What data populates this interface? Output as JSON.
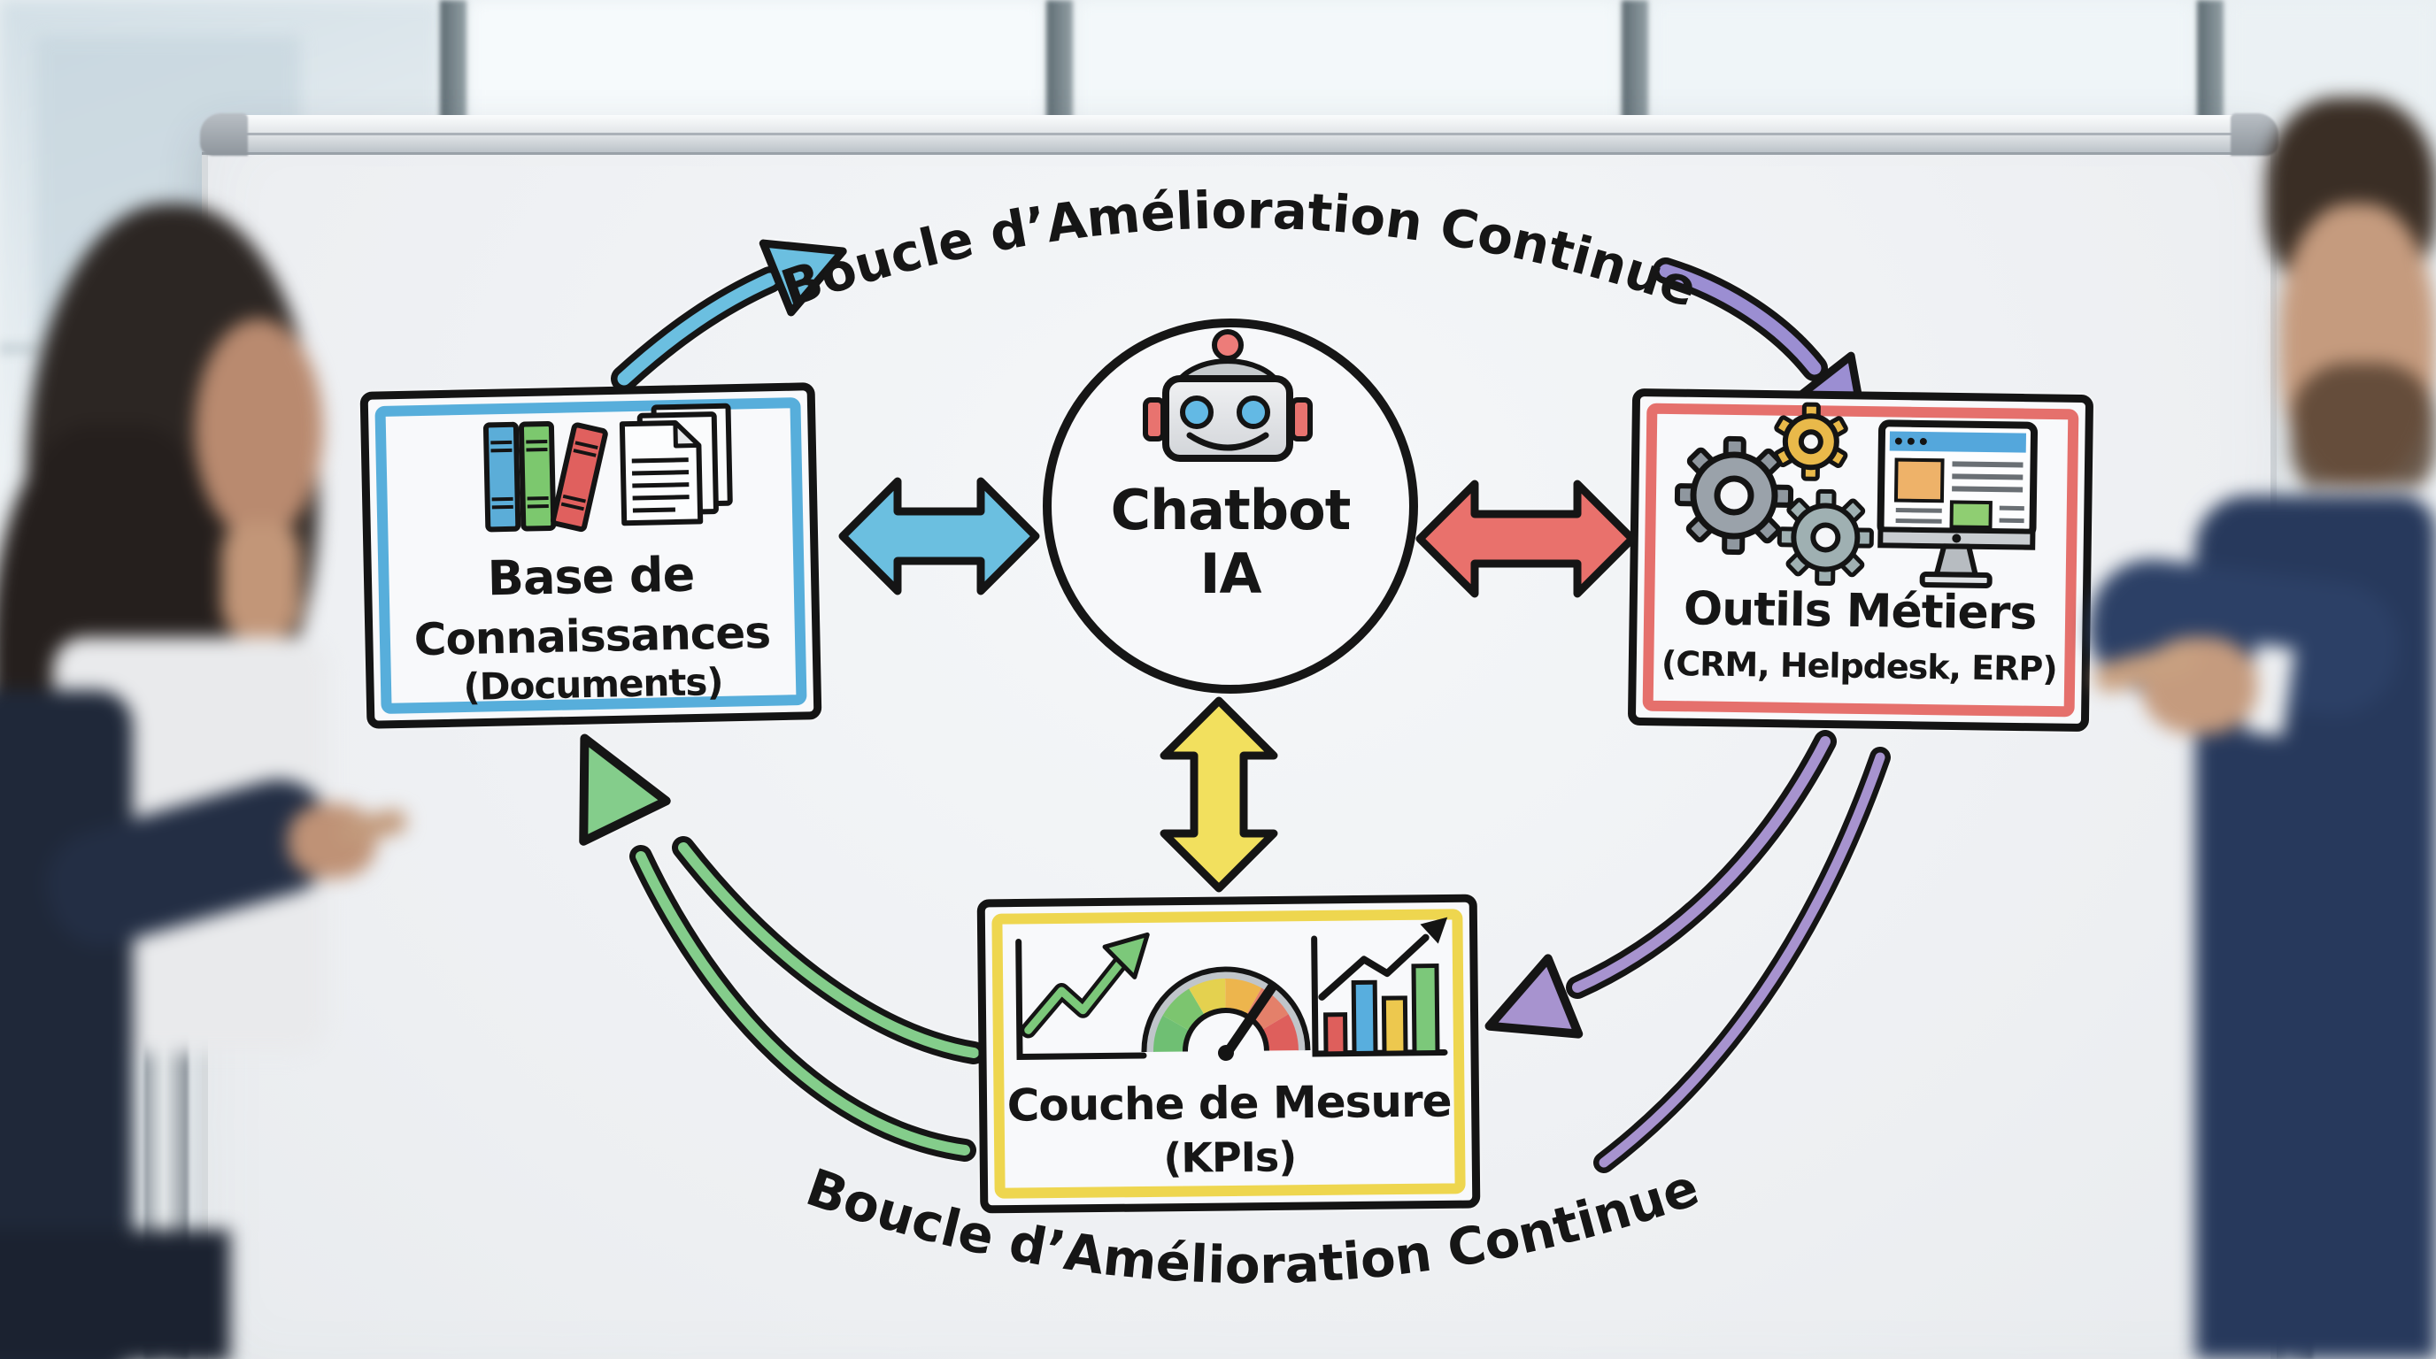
{
  "whiteboard": {
    "loop_label_top": "Boucle d’Amélioration Continue",
    "loop_label_bottom": "Boucle d’Amélioration Continue",
    "center_node": {
      "icon": "robot-icon",
      "label_line1": "Chatbot",
      "label_line2": "IA"
    },
    "knowledge_box": {
      "line1": "Base de",
      "line2": "Connaissances",
      "subtitle": "(Documents)",
      "icons": [
        "books-icon",
        "documents-icon"
      ],
      "border_color": "#57aedb"
    },
    "tools_box": {
      "title": "Outils Métiers",
      "subtitle": "(CRM, Helpdesk, ERP)",
      "icons": [
        "gears-icon",
        "monitor-icon"
      ],
      "border_color": "#e5706c"
    },
    "measure_box": {
      "title": "Couche de Mesure",
      "subtitle": "(KPIs)",
      "icons": [
        "growth-chart-icon",
        "gauge-icon",
        "bar-chart-icon"
      ],
      "border_color": "#eed64f"
    },
    "arrows": {
      "left_center_color": "#6bbfe0",
      "right_center_color": "#e9716c",
      "bottom_center_color": "#f2e05e",
      "loop_top_left_color": "#6bbfe0",
      "loop_top_right_color": "#9b8ed2",
      "loop_bottom_left_color": "#84cd8b",
      "loop_bottom_right_color": "#a793cf"
    }
  }
}
